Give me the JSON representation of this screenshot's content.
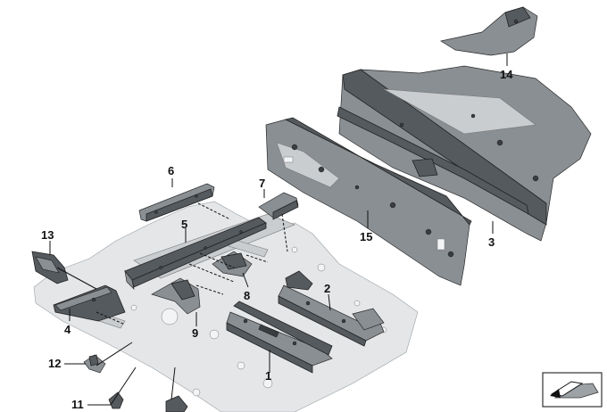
{
  "callouts": [
    "1",
    "2",
    "3",
    "4",
    "5",
    "6",
    "7",
    "8",
    "9",
    "11",
    "12",
    "13",
    "14",
    "15"
  ],
  "colors": {
    "part_dark": "#555a5e",
    "part_mid": "#8a8f93",
    "part_light": "#c9cdd0",
    "floor": "#e4e6e8",
    "label": "#111111"
  },
  "icons": {
    "navigation_badge": "arrow-vehicle-icon"
  }
}
